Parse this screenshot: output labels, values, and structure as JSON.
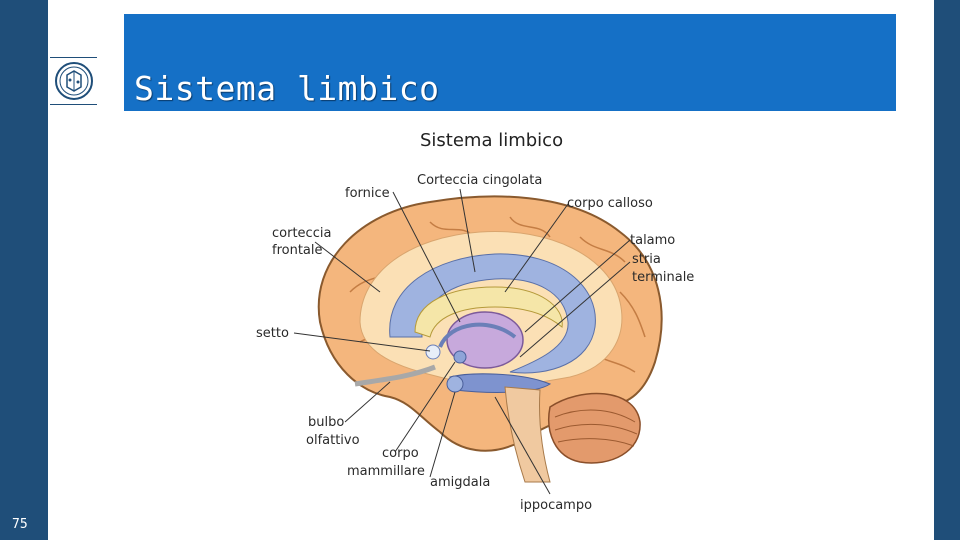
{
  "slide": {
    "title": "Sistema  limbico",
    "number": "75"
  },
  "logo": {
    "icon": "university-seal-icon"
  },
  "diagram": {
    "title": "Sistema limbico",
    "labels": {
      "fornice": "fornice",
      "corteccia_cingolata": "Corteccia cingolata",
      "corpo_calloso": "corpo calloso",
      "corteccia_frontale_1": "corteccia",
      "corteccia_frontale_2": "frontale",
      "talamo": "talamo",
      "stria_1": "stria",
      "stria_2": "terminale",
      "setto": "setto",
      "bulbo_1": "bulbo",
      "bulbo_2": "olfattivo",
      "corpo_mamm_1": "corpo",
      "corpo_mamm_2": "mammillare",
      "amigdala": "amigdala",
      "ippocampo": "ippocampo"
    },
    "colors": {
      "cortex": "#f4b67d",
      "white_matter": "#fbe0b5",
      "limbic_blue": "#9fb3e0",
      "corpus_callosum": "#f5e6a8",
      "thalamus": "#c7a9dc",
      "cerebellum": "#e39a6c"
    }
  }
}
